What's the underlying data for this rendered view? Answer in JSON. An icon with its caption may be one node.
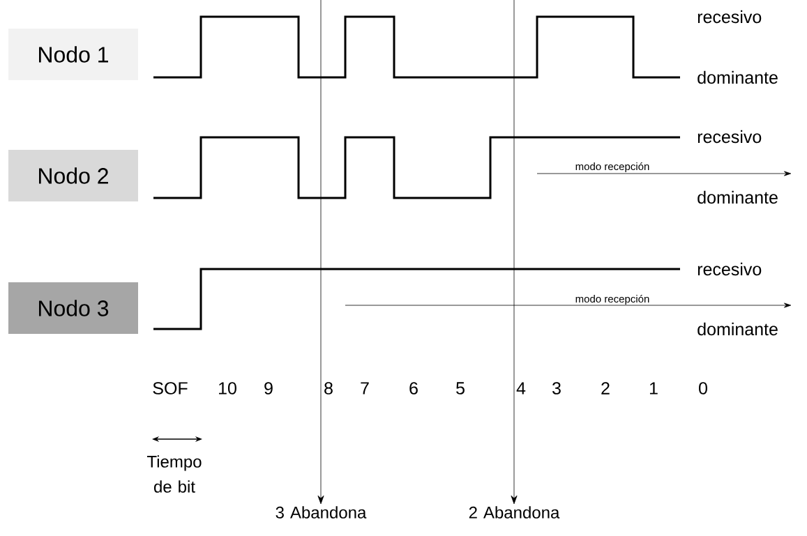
{
  "diagram": {
    "nodes": [
      {
        "text": [
          "Nodo 1"
        ]
      },
      {
        "text": [
          "Nodo 2"
        ]
      },
      {
        "text": [
          "Nodo 3"
        ]
      },
      {
        "text": [
          "3 Abandona"
        ]
      },
      {
        "text": [
          "2 Abandona"
        ]
      }
    ],
    "edges": [
      {
        "from": null,
        "to": 3,
        "arrow": "to"
      },
      {
        "from": null,
        "to": 4,
        "arrow": "to"
      }
    ],
    "labels": [
      "recesivo",
      "dominante",
      "recesivo",
      "modo recepción",
      "dominante",
      "recesivo",
      "modo recepción",
      "dominante",
      "SOF",
      "10",
      "9",
      "8",
      "7",
      "6",
      "5",
      "4",
      "3",
      "2",
      "1",
      "0",
      "Tiempo de bit"
    ]
  }
}
